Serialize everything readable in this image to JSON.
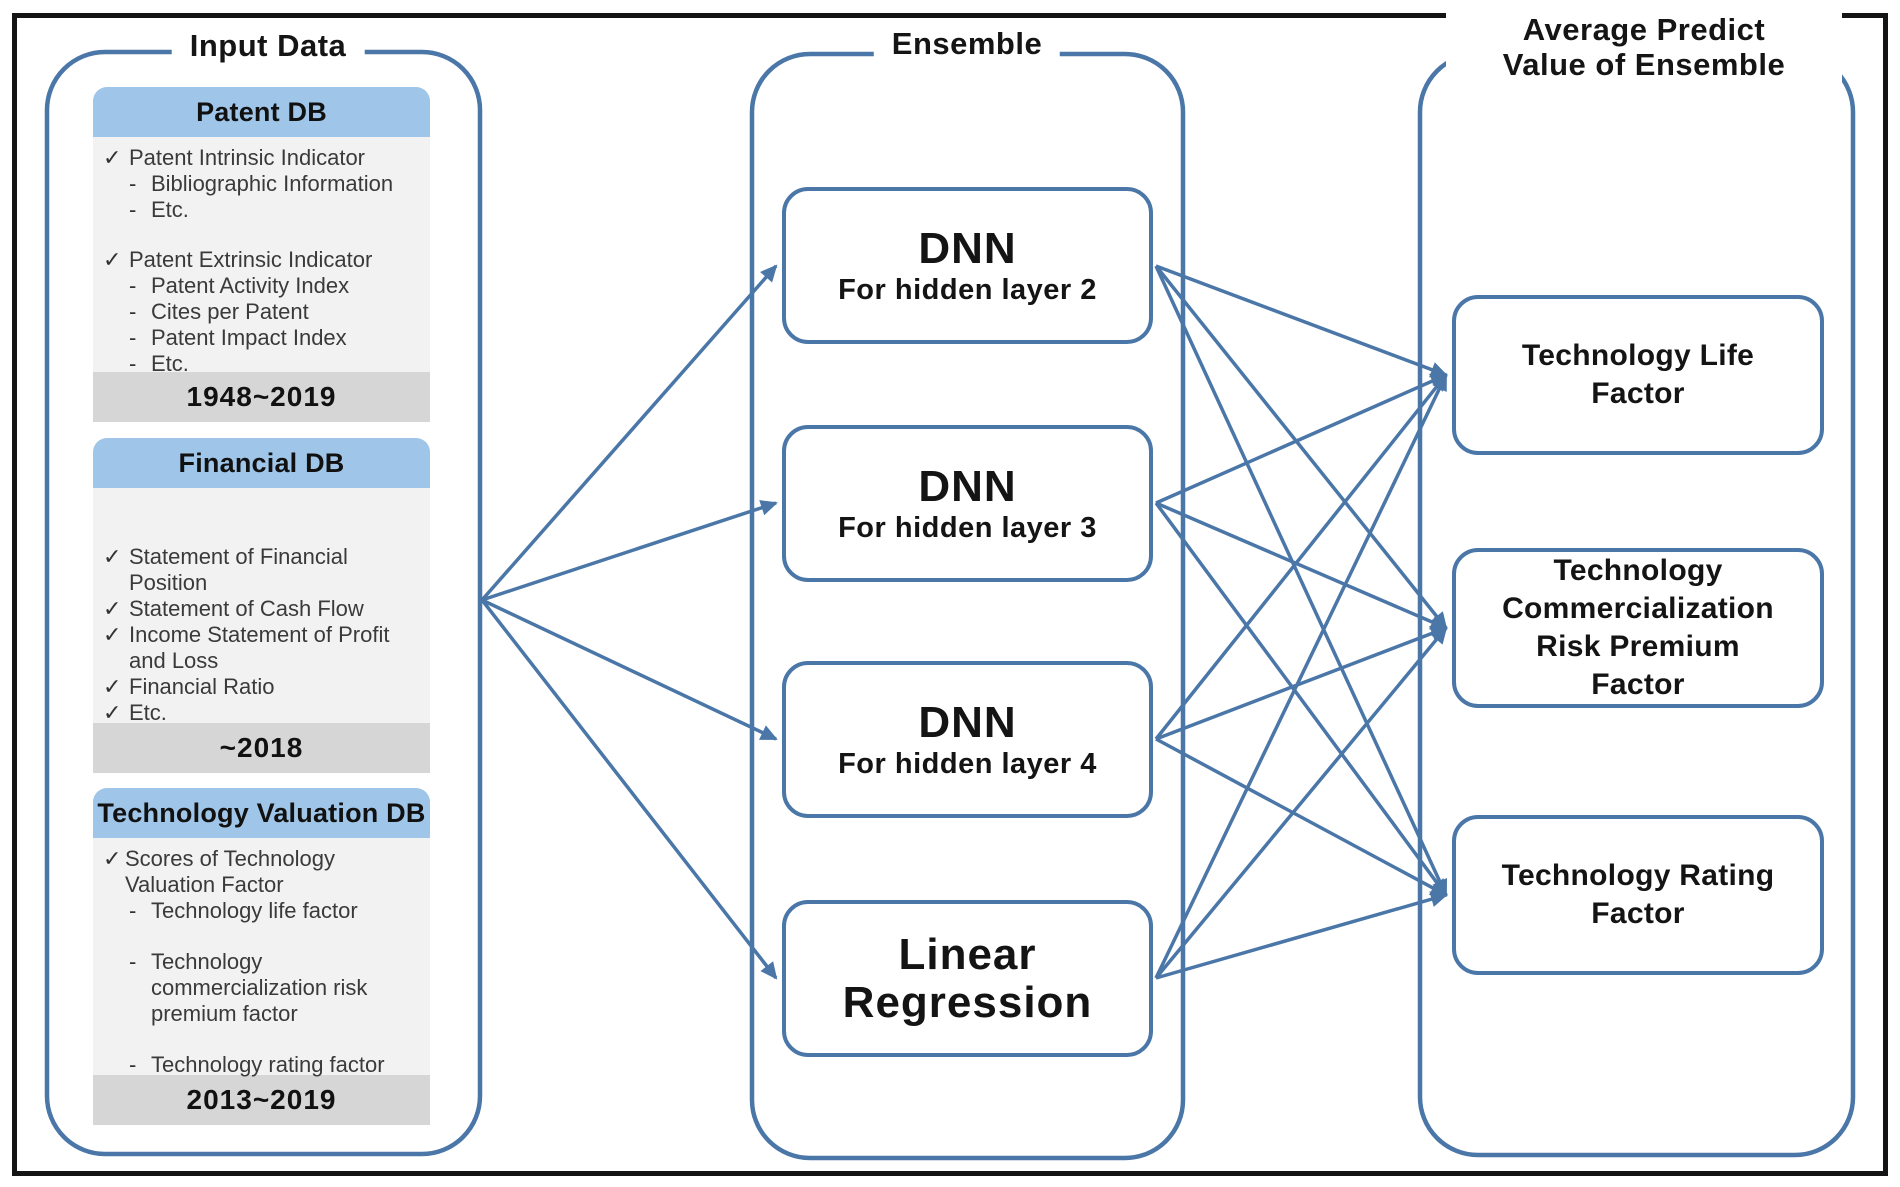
{
  "colors": {
    "accent": "#4a76a8",
    "header_blue": "#9fc5e8",
    "body_gray": "#f2f2f2",
    "footer_gray": "#d6d6d6",
    "frame_black": "#141414"
  },
  "columns": {
    "input": {
      "title": "Input Data"
    },
    "ensemble": {
      "title": "Ensemble"
    },
    "output": {
      "title_line1": "Average Predict",
      "title_line2": "Value of Ensemble"
    }
  },
  "input_cards": [
    {
      "header": "Patent DB",
      "footer": "1948~2019",
      "lines": [
        {
          "bullet": "check",
          "text": "Patent Intrinsic Indicator"
        },
        {
          "bullet": "dash",
          "text": "Bibliographic Information"
        },
        {
          "bullet": "dash",
          "text": "Etc."
        },
        {
          "bullet": "gap",
          "text": ""
        },
        {
          "bullet": "check",
          "text": "Patent Extrinsic Indicator"
        },
        {
          "bullet": "dash",
          "text": "Patent Activity Index"
        },
        {
          "bullet": "dash",
          "text": "Cites per Patent"
        },
        {
          "bullet": "dash",
          "text": "Patent Impact Index"
        },
        {
          "bullet": "dash",
          "text": "Etc."
        }
      ]
    },
    {
      "header": "Financial DB",
      "footer": "~2018",
      "lines": [
        {
          "bullet": "check",
          "text": "Statement of Financial Position"
        },
        {
          "bullet": "check",
          "text": "Statement of Cash Flow"
        },
        {
          "bullet": "check",
          "text": "Income Statement of Profit and Loss"
        },
        {
          "bullet": "check",
          "text": "Financial Ratio"
        },
        {
          "bullet": "check",
          "text": "Etc."
        }
      ]
    },
    {
      "header": "Technology Valuation DB",
      "footer": "2013~2019",
      "lines": [
        {
          "bullet": "check",
          "text": "Scores of Technology Valuation Factor"
        },
        {
          "bullet": "dash",
          "text": "Technology life factor"
        },
        {
          "bullet": "gap",
          "text": ""
        },
        {
          "bullet": "dash",
          "text": "Technology commercialization risk premium factor"
        },
        {
          "bullet": "gap",
          "text": ""
        },
        {
          "bullet": "dash",
          "text": "Technology rating factor"
        }
      ]
    }
  ],
  "models": [
    {
      "id": "dnn-layer-2",
      "title": "DNN",
      "subtitle": "For hidden layer 2"
    },
    {
      "id": "dnn-layer-3",
      "title": "DNN",
      "subtitle": "For hidden layer 3"
    },
    {
      "id": "dnn-layer-4",
      "title": "DNN",
      "subtitle": "For hidden layer 4"
    },
    {
      "id": "linear-regression",
      "title": "Linear Regression",
      "subtitle": ""
    }
  ],
  "outputs": [
    {
      "id": "technology-life-factor",
      "label": "Technology Life Factor"
    },
    {
      "id": "technology-commercialization-risk-premium-factor",
      "label": "Technology Commercialization Risk Premium Factor"
    },
    {
      "id": "technology-rating-factor",
      "label": "Technology Rating Factor"
    }
  ],
  "edges": [
    {
      "from": "input-data",
      "to": "dnn-layer-2"
    },
    {
      "from": "input-data",
      "to": "dnn-layer-3"
    },
    {
      "from": "input-data",
      "to": "dnn-layer-4"
    },
    {
      "from": "input-data",
      "to": "linear-regression"
    },
    {
      "from": "dnn-layer-2",
      "to": "technology-life-factor"
    },
    {
      "from": "dnn-layer-2",
      "to": "technology-commercialization-risk-premium-factor"
    },
    {
      "from": "dnn-layer-2",
      "to": "technology-rating-factor"
    },
    {
      "from": "dnn-layer-3",
      "to": "technology-life-factor"
    },
    {
      "from": "dnn-layer-3",
      "to": "technology-commercialization-risk-premium-factor"
    },
    {
      "from": "dnn-layer-3",
      "to": "technology-rating-factor"
    },
    {
      "from": "dnn-layer-4",
      "to": "technology-life-factor"
    },
    {
      "from": "dnn-layer-4",
      "to": "technology-commercialization-risk-premium-factor"
    },
    {
      "from": "dnn-layer-4",
      "to": "technology-rating-factor"
    },
    {
      "from": "linear-regression",
      "to": "technology-life-factor"
    },
    {
      "from": "linear-regression",
      "to": "technology-commercialization-risk-premium-factor"
    },
    {
      "from": "linear-regression",
      "to": "technology-rating-factor"
    }
  ]
}
